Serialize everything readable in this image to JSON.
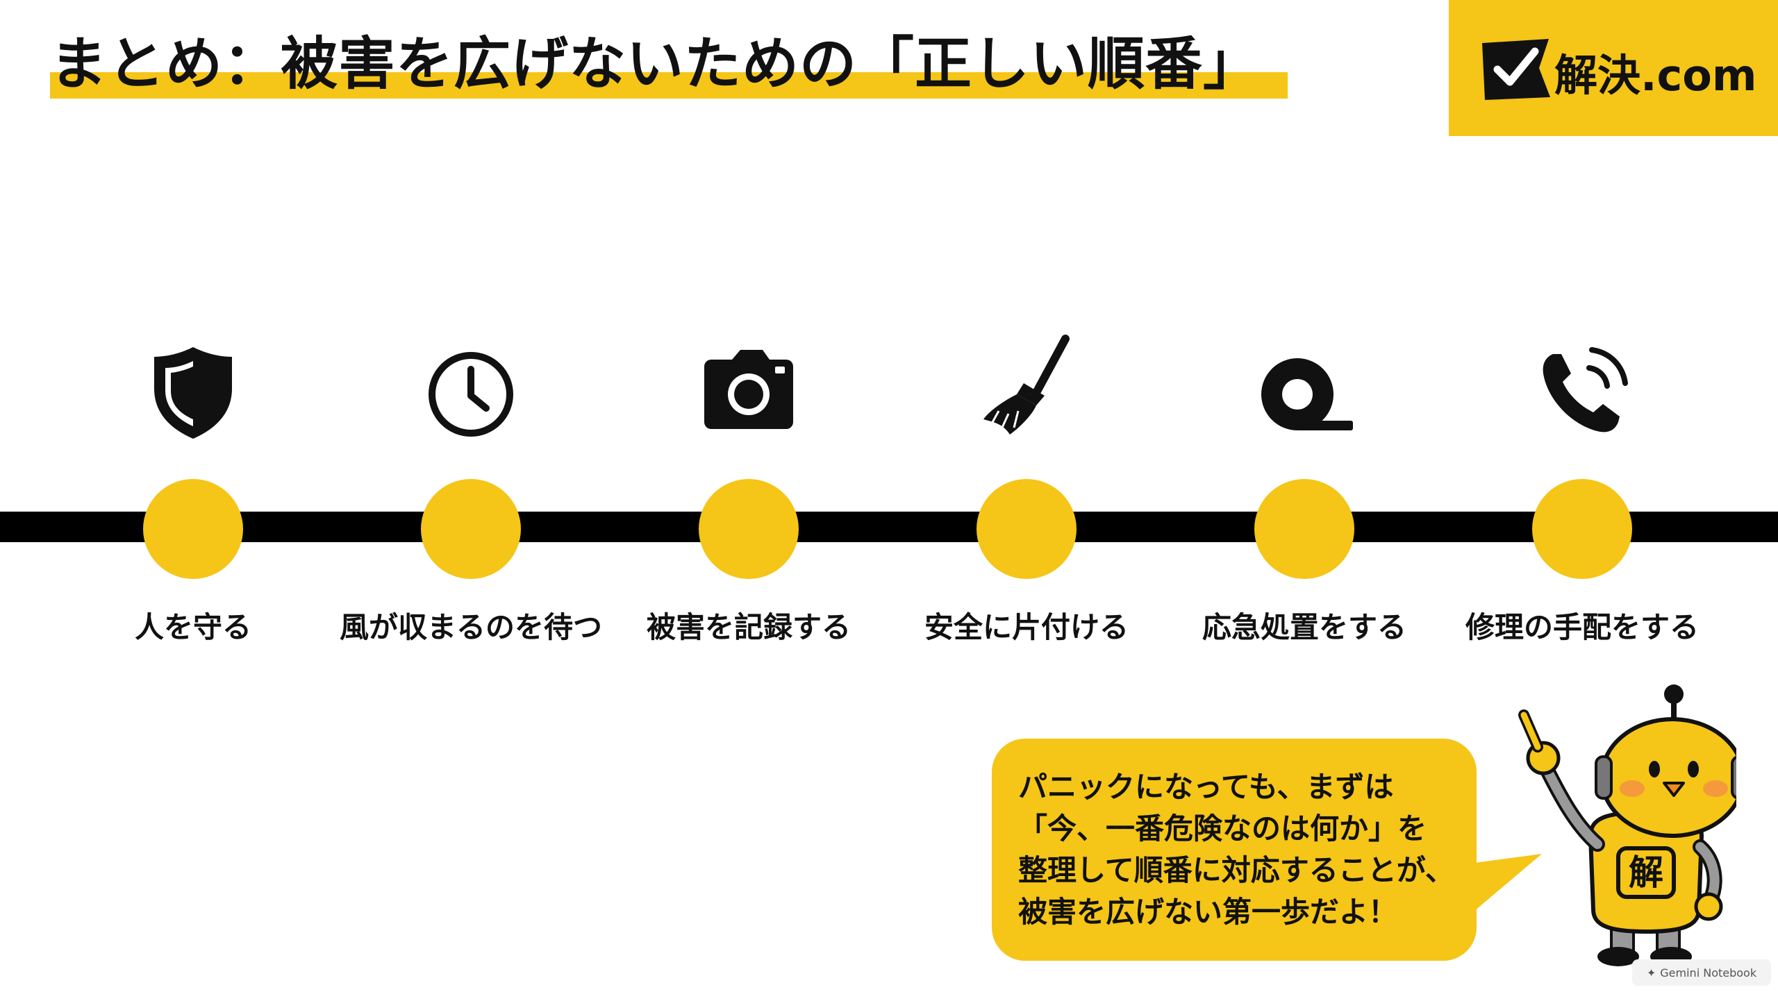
{
  "header": {
    "title": "まとめ：被害を広げないための「正しい順番」"
  },
  "logo": {
    "text": "解決.com",
    "icon": "checkmark-flag-icon"
  },
  "timeline": {
    "steps": [
      {
        "label": "人を守る",
        "icon": "shield-icon"
      },
      {
        "label": "風が収まるのを待つ",
        "icon": "clock-icon"
      },
      {
        "label": "被害を記録する",
        "icon": "camera-icon"
      },
      {
        "label": "安全に片付ける",
        "icon": "broom-icon"
      },
      {
        "label": "応急処置をする",
        "icon": "tape-icon"
      },
      {
        "label": "修理の手配をする",
        "icon": "phone-icon"
      }
    ]
  },
  "bubble": {
    "lines": [
      "パニックになっても、まずは",
      "「今、一番危険なのは何か」を",
      "整理して順番に対応することが、",
      "被害を広げない第一歩だよ！"
    ]
  },
  "mascot": {
    "badge": "解"
  },
  "watermark": {
    "text": "Gemini Notebook"
  },
  "colors": {
    "accent": "#F5C518",
    "ink": "#111111",
    "background": "#FFFFFF"
  }
}
